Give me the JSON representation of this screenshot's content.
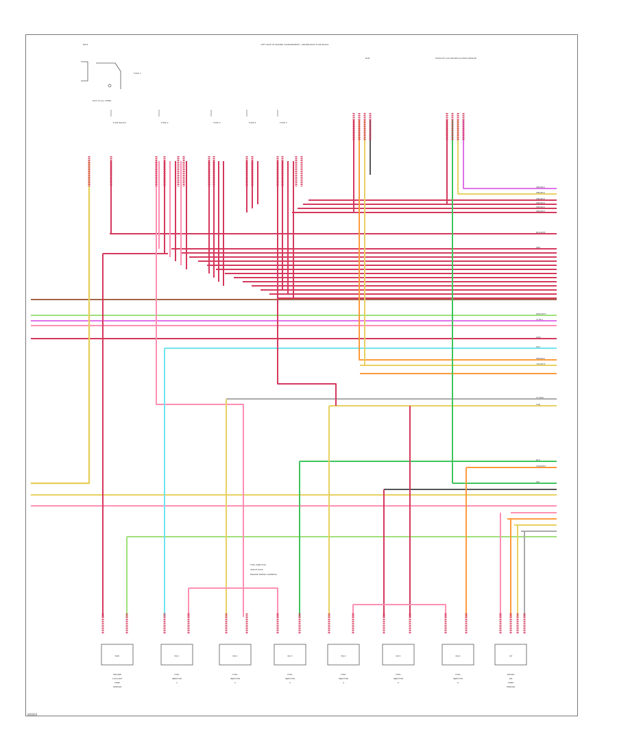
{
  "diagram": {
    "header": "LEFT SIDE OF ENGINE COMPARTMENT / UNDERHOOD FUSE BLOCK",
    "relay_label": "BATT",
    "connector_labels": [
      "FUSE 1",
      "HOT AT ALL TIMES",
      "FUSE BLOCK",
      "FUSE 2",
      "FUSE 3",
      "FUSE 4",
      "FUSE 5"
    ],
    "module_labels": [
      "PCM",
      "EXHAUST GAS RECIRCULATION SENSOR"
    ],
    "center_note": "FUEL INJECTOR / SPLICE PACK / ENGINE WIRING HARNESS",
    "components": [
      {
        "box": "MAP",
        "caption": "ENGINE COOLANT TEMP SENSOR"
      },
      {
        "box": "INJ 1",
        "caption": "FUEL INJECTOR 1"
      },
      {
        "box": "INJ 2",
        "caption": "FUEL INJECTOR 2"
      },
      {
        "box": "INJ 3",
        "caption": "FUEL INJECTOR 3"
      },
      {
        "box": "INJ 4",
        "caption": "FUEL INJECTOR 4"
      },
      {
        "box": "INJ 5",
        "caption": "FUEL INJECTOR 5"
      },
      {
        "box": "INJ 6",
        "caption": "FUEL INJECTOR 6"
      },
      {
        "box": "IAT",
        "caption": "INTAKE AIR TEMP SENSOR"
      }
    ],
    "wire_labels": [
      "PNK/BLK",
      "PNK/BLK",
      "PNK/BLK",
      "PNK/BLK",
      "PNK/BLK",
      "PNK/BLK",
      "BLK/WHT",
      "PNK",
      "RED/WHT",
      "LT BLU",
      "ORN",
      "GRY",
      "PNK/BLK",
      "YEL/WHT",
      "LT GRN",
      "TAN",
      "BLK",
      "TAN/WHT",
      "PPL"
    ],
    "footer": "W0000"
  },
  "colors": {
    "red": "#d4375b",
    "pink": "#ff8fb1",
    "yellow": "#e8d060",
    "orange": "#ff9a3a",
    "green": "#3ec45a",
    "light_green": "#9ee07a",
    "cyan": "#6fe3ee",
    "magenta": "#e070e8",
    "brown": "#a4634a",
    "gray": "#aaaaaa",
    "dark": "#555555"
  }
}
